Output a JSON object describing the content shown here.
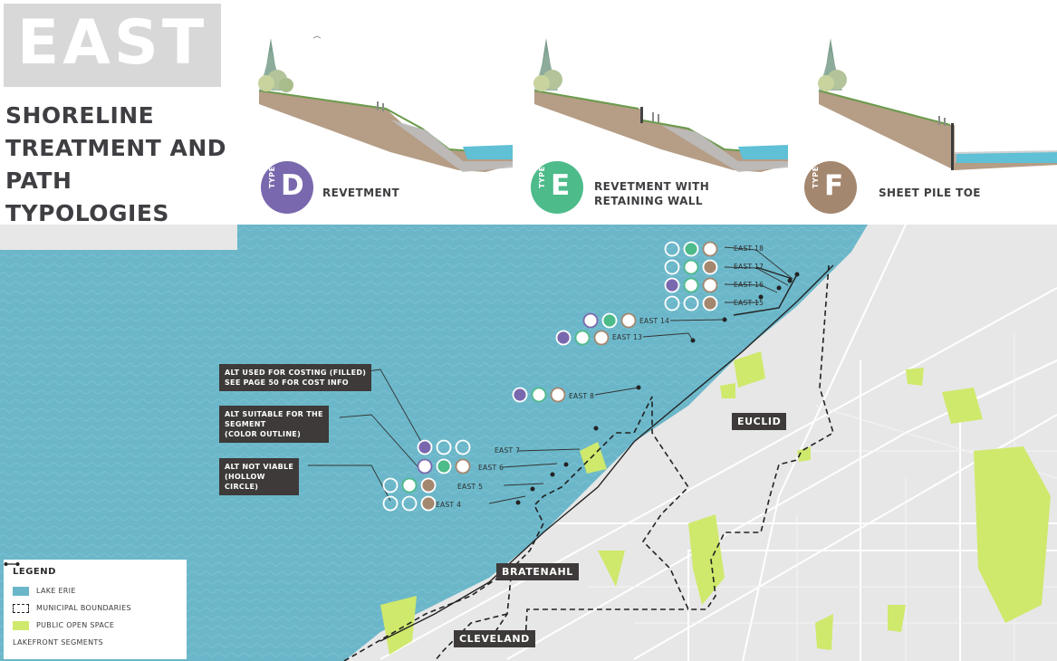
{
  "header": {
    "title": "EAST",
    "subtitle": "SHORELINE\nTREATMENT AND\nPATH TYPOLOGIES"
  },
  "types": [
    {
      "code_label": "TYPE",
      "letter": "D",
      "name": "REVETMENT",
      "color": "#7a68ae"
    },
    {
      "code_label": "TYPE",
      "letter": "E",
      "name": "REVETMENT WITH\nRETAINING WALL",
      "color": "#4dbb8a"
    },
    {
      "code_label": "TYPE",
      "letter": "F",
      "name": "SHEET PILE TOE",
      "color": "#a4876f"
    }
  ],
  "map": {
    "lake_color": "#6bb7c9",
    "land_color": "#e7e7e7",
    "park_color": "#cfe96c",
    "cities": [
      "EUCLID",
      "BRATENAHL",
      "CLEVELAND"
    ],
    "notes": [
      "ALT USED FOR COSTING (FILLED)\nSEE PAGE 50 FOR COST INFO",
      "ALT SUITABLE FOR  THE\nSEGMENT\n(COLOR OUTLINE)",
      "ALT NOT VIABLE\n(HOLLOW\nCIRCLE)"
    ],
    "segments": [
      {
        "label": "EAST 18",
        "states": [
          "hollow",
          "E-filled",
          "F-outline"
        ]
      },
      {
        "label": "EAST 17",
        "states": [
          "hollow",
          "E-outline",
          "F-filled"
        ]
      },
      {
        "label": "EAST 16",
        "states": [
          "D-filled",
          "E-outline",
          "F-outline"
        ]
      },
      {
        "label": "EAST 15",
        "states": [
          "hollow",
          "hollow",
          "F-filled"
        ]
      },
      {
        "label": "EAST 14",
        "states": [
          "D-outline",
          "E-filled",
          "F-outline"
        ]
      },
      {
        "label": "EAST 13",
        "states": [
          "D-filled",
          "E-outline",
          "F-outline"
        ]
      },
      {
        "label": "EAST 8",
        "states": [
          "D-filled",
          "E-outline",
          "F-outline"
        ]
      },
      {
        "label": "EAST 7",
        "states": [
          "D-filled",
          "hollow",
          "hollow"
        ]
      },
      {
        "label": "EAST 6",
        "states": [
          "D-outline",
          "E-filled",
          "F-outline"
        ]
      },
      {
        "label": "EAST 5",
        "states": [
          "hollow",
          "E-outline",
          "F-filled"
        ]
      },
      {
        "label": "EAST 4",
        "states": [
          "hollow",
          "hollow",
          "F-filled"
        ]
      }
    ]
  },
  "legend": {
    "title": "LEGEND",
    "items": [
      {
        "label": "LAKE ERIE",
        "kind": "lake"
      },
      {
        "label": "MUNICIPAL BOUNDARIES",
        "kind": "boundary"
      },
      {
        "label": "PUBLIC OPEN SPACE",
        "kind": "park"
      },
      {
        "label": "LAKEFRONT SEGMENTS",
        "kind": "segment"
      }
    ]
  }
}
